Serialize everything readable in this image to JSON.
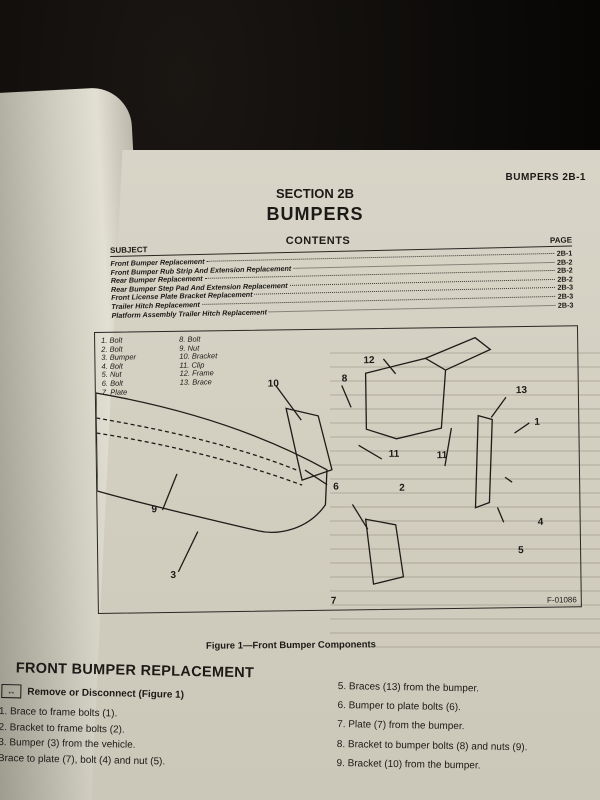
{
  "page": {
    "running_head": "BUMPERS  2B-1",
    "section": "SECTION 2B",
    "title": "BUMPERS",
    "contents_label": "CONTENTS"
  },
  "toc": {
    "subject_label": "SUBJECT",
    "page_label": "PAGE",
    "entries": [
      {
        "subject": "Front Bumper Replacement",
        "page": "2B-1"
      },
      {
        "subject": "Front Bumper Rub Strip And Extension Replacement",
        "page": "2B-2"
      },
      {
        "subject": "Rear Bumper Replacement",
        "page": "2B-2"
      },
      {
        "subject": "Rear Bumper Step Pad And Extension Replacement",
        "page": "2B-2"
      },
      {
        "subject": "Front License Plate Bracket Replacement",
        "page": "2B-3"
      },
      {
        "subject": "Trailer Hitch Replacement",
        "page": "2B-3"
      },
      {
        "subject": "Platform Assembly Trailer Hitch Replacement",
        "page": "2B-3"
      }
    ]
  },
  "figure": {
    "legend": [
      "1. Bolt",
      "8. Bolt",
      "2. Bolt",
      "9. Nut",
      "3. Bumper",
      "10. Bracket",
      "4. Bolt",
      "11. Clip",
      "5. Nut",
      "12. Frame",
      "6. Bolt",
      "13. Brace",
      "7. Plate",
      ""
    ],
    "callouts": [
      "1",
      "2",
      "3",
      "4",
      "5",
      "6",
      "7",
      "8",
      "9",
      "10",
      "11",
      "11",
      "12",
      "13"
    ],
    "code": "F-01086",
    "caption": "Figure 1—Front Bumper Components"
  },
  "procedure": {
    "title": "FRONT BUMPER REPLACEMENT",
    "icon": "remove-disconnect-arrows-icon",
    "icon_glyph": "↔",
    "remove_label": "Remove or Disconnect (Figure 1)",
    "steps_left": [
      "1. Brace to frame bolts (1).",
      "2. Bracket to frame bolts (2).",
      "3. Bumper (3) from the vehicle.",
      "   Brace to plate (7), bolt (4) and nut (5)."
    ],
    "steps_right": [
      "5. Braces (13) from the bumper.",
      "6. Bumper to plate bolts (6).",
      "7. Plate (7) from the bumper.",
      "8. Bracket to bumper bolts (8) and nuts (9).",
      "9. Bracket (10) from the bumper."
    ]
  }
}
